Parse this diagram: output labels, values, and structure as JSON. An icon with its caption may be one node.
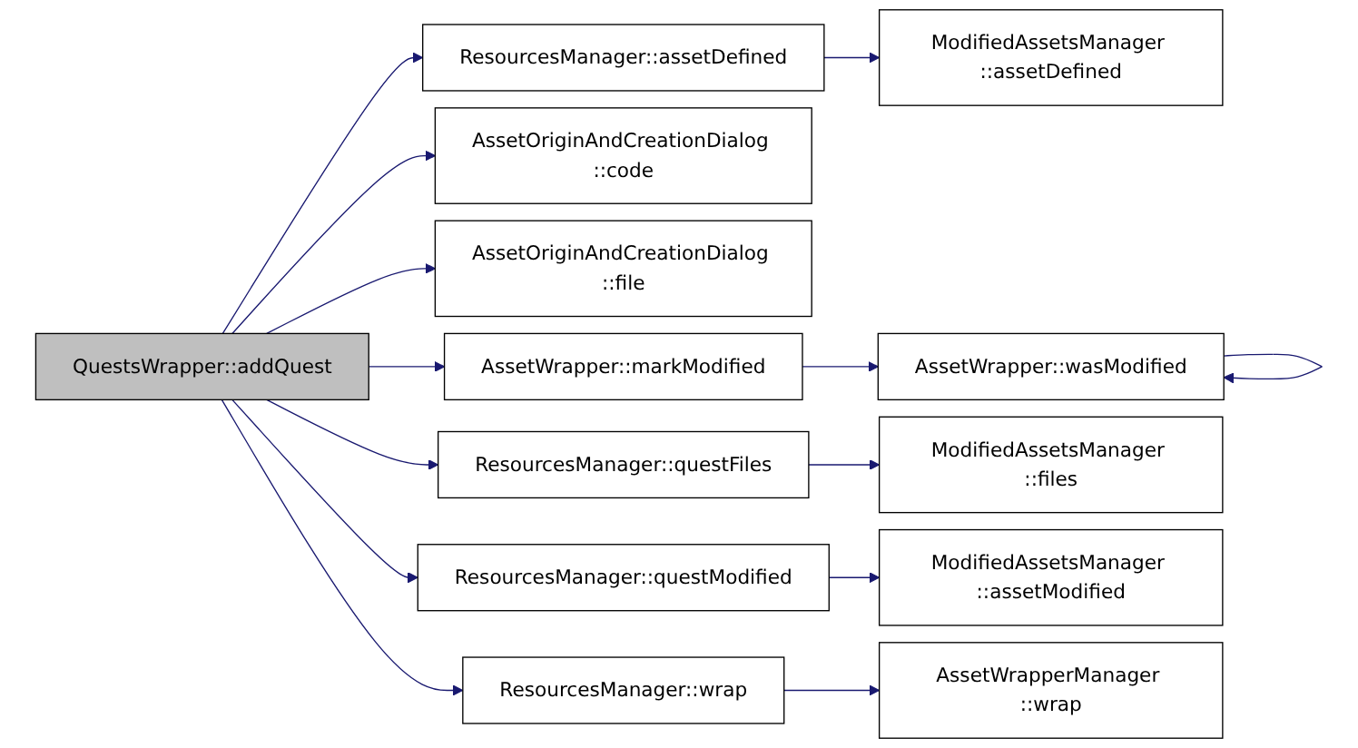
{
  "diagram": {
    "nodes": [
      {
        "text": [
          "QuestsWrapper::addQuest"
        ]
      },
      {
        "text": [
          "ResourcesManager::assetDefined"
        ]
      },
      {
        "text": [
          "ModifiedAssetsManager ::assetDefined"
        ]
      },
      {
        "text": [
          "AssetOriginAndCreationDialog ::code"
        ]
      },
      {
        "text": [
          "AssetOriginAndCreationDialog ::file"
        ]
      },
      {
        "text": [
          "AssetWrapper::markModified"
        ]
      },
      {
        "text": [
          "AssetWrapper::wasModified"
        ]
      },
      {
        "text": [
          "ResourcesManager::questFiles"
        ]
      },
      {
        "text": [
          "ModifiedAssetsManager ::files"
        ]
      },
      {
        "text": [
          "ResourcesManager::questModified"
        ]
      },
      {
        "text": [
          "ModifiedAssetsManager ::assetModified"
        ]
      },
      {
        "text": [
          "ResourcesManager::wrap"
        ]
      },
      {
        "text": [
          "AssetWrapperManager ::wrap"
        ]
      }
    ],
    "edges": [
      {
        "from": 0,
        "to": 1,
        "arrow": "to",
        "color": "#191970"
      },
      {
        "from": 1,
        "to": 2,
        "arrow": "to",
        "color": "#191970"
      },
      {
        "from": 0,
        "to": 3,
        "arrow": "to",
        "color": "#191970"
      },
      {
        "from": 0,
        "to": 4,
        "arrow": "to",
        "color": "#191970"
      },
      {
        "from": 0,
        "to": 5,
        "arrow": "to",
        "color": "#191970"
      },
      {
        "from": 5,
        "to": 6,
        "arrow": "to",
        "color": "#191970"
      },
      {
        "from": 6,
        "to": 6,
        "arrow": "to",
        "color": "#191970"
      },
      {
        "from": 0,
        "to": 7,
        "arrow": "to",
        "color": "#191970"
      },
      {
        "from": 7,
        "to": 8,
        "arrow": "to",
        "color": "#191970"
      },
      {
        "from": 0,
        "to": 9,
        "arrow": "to",
        "color": "#191970"
      },
      {
        "from": 9,
        "to": 10,
        "arrow": "to",
        "color": "#191970"
      },
      {
        "from": 0,
        "to": 11,
        "arrow": "to",
        "color": "#191970"
      },
      {
        "from": 11,
        "to": 12,
        "arrow": "to",
        "color": "#191970"
      }
    ]
  }
}
